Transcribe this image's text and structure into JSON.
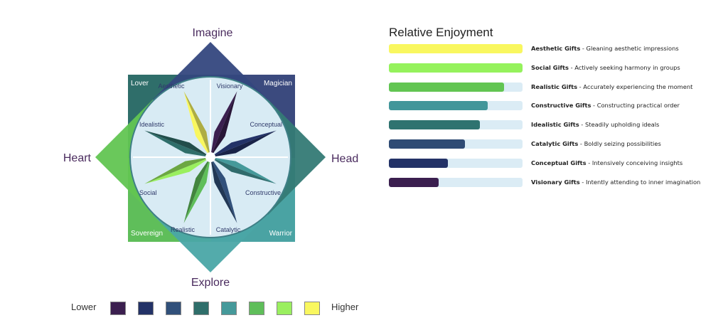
{
  "compass": {
    "directions": {
      "top": "Imagine",
      "left": "Heart",
      "right": "Head",
      "bottom": "Explore"
    },
    "quadrants": {
      "top_left": "Lover",
      "top_right": "Magician",
      "bottom_left": "Sovereign",
      "bottom_right": "Warrior"
    },
    "gifts": [
      {
        "name": "Aesthetic",
        "color": "#f9f75f"
      },
      {
        "name": "Visionary",
        "color": "#3b1f4f"
      },
      {
        "name": "Conceptual",
        "color": "#233267"
      },
      {
        "name": "Constructive",
        "color": "#45999a"
      },
      {
        "name": "Catalytic",
        "color": "#31507a"
      },
      {
        "name": "Realistic",
        "color": "#5fbe5a"
      },
      {
        "name": "Social",
        "color": "#9aef5f"
      },
      {
        "name": "Idealistic",
        "color": "#2f6e6a"
      }
    ]
  },
  "enjoyment": {
    "title": "Relative Enjoyment",
    "items": [
      {
        "name": "Aesthetic Gifts",
        "desc": " - Gleaning aesthetic impressions",
        "value": 1.0,
        "color": "#f9f75f"
      },
      {
        "name": "Social Gifts",
        "desc": " - Actively seeking harmony in groups",
        "value": 1.0,
        "color": "#95f25c"
      },
      {
        "name": "Realistic Gifts",
        "desc": " - Accurately experiencing the moment",
        "value": 0.86,
        "color": "#62c552"
      },
      {
        "name": "Constructive Gifts",
        "desc": " - Constructing practical order",
        "value": 0.74,
        "color": "#42969a"
      },
      {
        "name": "Idealistic Gifts",
        "desc": " - Steadily upholding ideals",
        "value": 0.68,
        "color": "#2f7370"
      },
      {
        "name": "Catalytic Gifts",
        "desc": " - Boldly seizing possibilities",
        "value": 0.57,
        "color": "#2f4b74"
      },
      {
        "name": "Conceptual Gifts",
        "desc": " - Intensively conceiving insights",
        "value": 0.44,
        "color": "#233267"
      },
      {
        "name": "Visionary Gifts",
        "desc": " - Intently attending to inner imagination",
        "value": 0.37,
        "color": "#3b1f4f"
      }
    ]
  },
  "legend": {
    "low": "Lower",
    "high": "Higher",
    "colors": [
      "#3b1f4f",
      "#233267",
      "#31507a",
      "#2f6e6a",
      "#45999a",
      "#5fbe5a",
      "#9aef5f",
      "#f9f75f"
    ]
  }
}
